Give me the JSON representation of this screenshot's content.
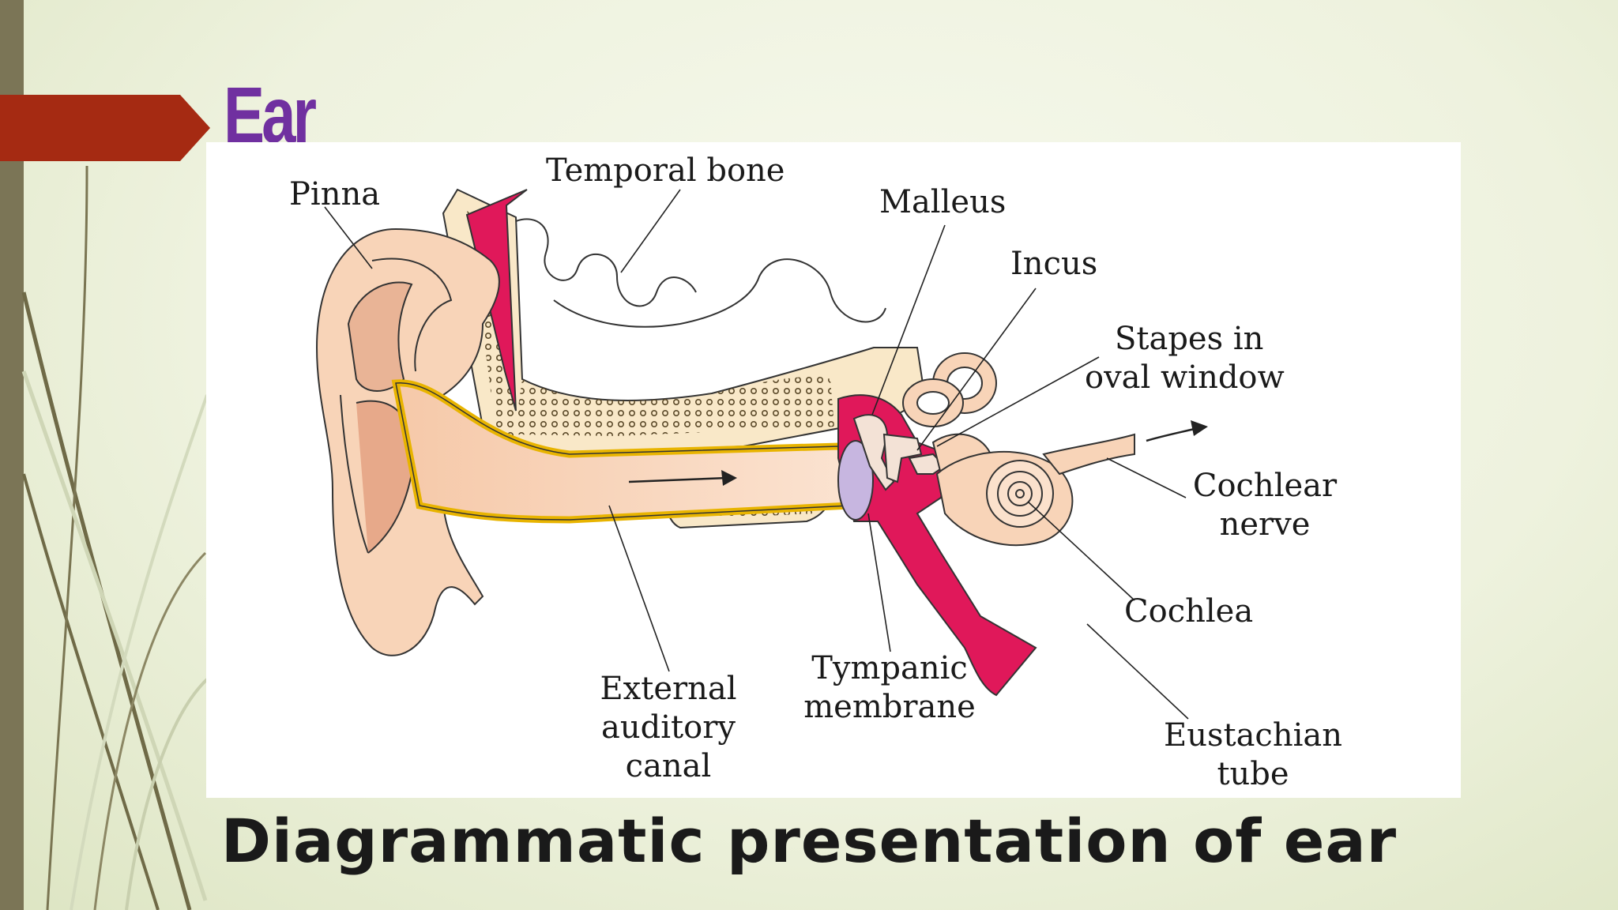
{
  "slide": {
    "title": "Ear",
    "caption": "Diagrammatic presentation of ear",
    "colors": {
      "title": "#7030a0",
      "tab": "#a52a12",
      "left_bar": "#7b7556",
      "background": "#eef2de"
    }
  },
  "diagram": {
    "labels": {
      "pinna": "Pinna",
      "temporal_bone": "Temporal bone",
      "malleus": "Malleus",
      "incus": "Incus",
      "stapes_1": "Stapes in",
      "stapes_2": "oval window",
      "cochlear_nerve_1": "Cochlear",
      "cochlear_nerve_2": "nerve",
      "cochlea": "Cochlea",
      "eustachian_1": "Eustachian",
      "eustachian_2": "tube",
      "tympanic_1": "Tympanic",
      "tympanic_2": "membrane",
      "external_1": "External",
      "external_2": "auditory",
      "external_3": "canal"
    }
  }
}
